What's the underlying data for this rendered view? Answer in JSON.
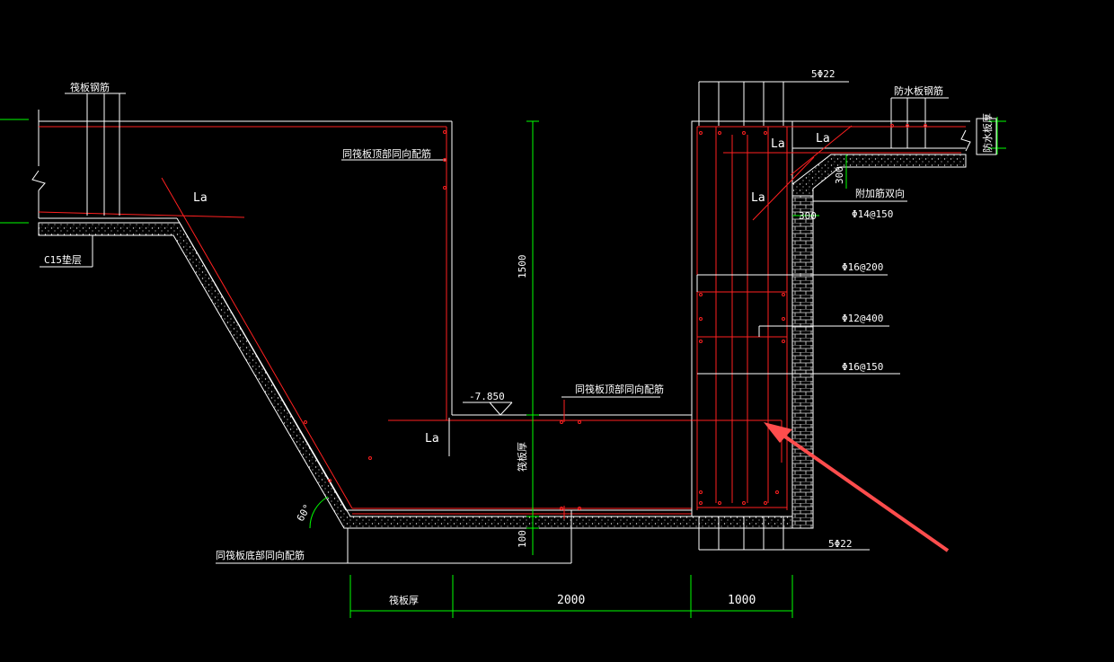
{
  "colors": {
    "background": "#000000",
    "outline": "#ffffff",
    "rebar": "#ff2020",
    "dimension": "#00ff00",
    "annotation_arrow": "#ff4d4d"
  },
  "labels": {
    "raft_rebar": "筏板钢筋",
    "waterproof_rebar": "防水板钢筋",
    "waterproof_thickness": "防水板厚",
    "top_rebar_note": "同筏板顶部同向配筋",
    "top_rebar_note_2": "同筏板顶部同向配筋",
    "bottom_rebar_note": "同筏板底部同向配筋",
    "cushion": "C15垫层",
    "la_1": "La",
    "la_2": "La",
    "la_3": "La",
    "la_4": "La",
    "la_5": "La",
    "elevation": "-7.850",
    "raft_thickness_vertical": "筏板厚",
    "angle": "60°",
    "bar_top": "5Φ22",
    "bar_bottom": "5Φ22",
    "extra_bar_note": "附加筋双向",
    "bar_14": "Φ14@150",
    "bar_16_200": "Φ16@200",
    "bar_12_400": "Φ12@400",
    "bar_16_150": "Φ16@150"
  },
  "dimensions": {
    "height_1500": "1500",
    "dim_100": "100",
    "dim_300_a": "300",
    "dim_300_b": "300",
    "bottom_raft": "筏板厚",
    "bottom_2000": "2000",
    "bottom_1000": "1000"
  }
}
